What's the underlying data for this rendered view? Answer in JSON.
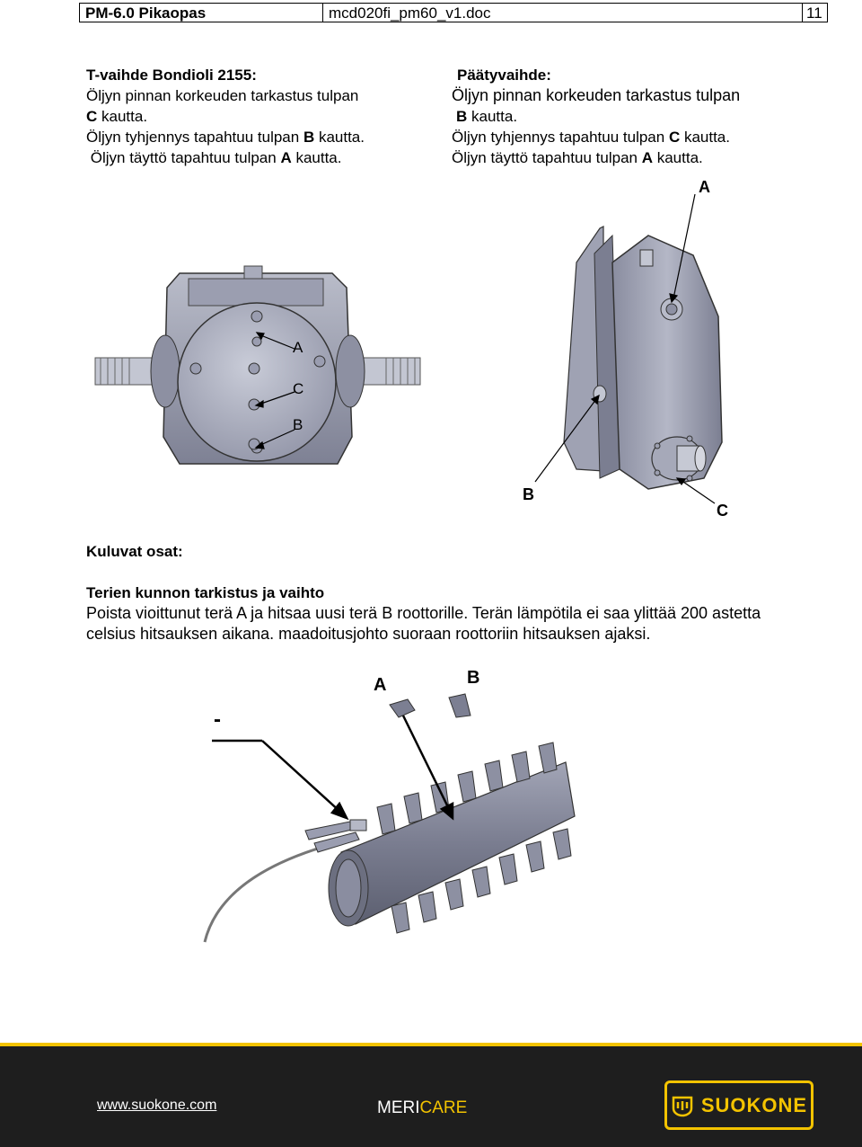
{
  "header": {
    "title": "PM-6.0 Pikaopas",
    "file": "mcd020fi_pm60_v1.doc",
    "page": "11"
  },
  "left_block": {
    "heading": "T-vaihde Bondioli 2155:",
    "l1": "Öljyn pinnan korkeuden tarkastus tulpan",
    "l2_bold": "C",
    "l2_rest": " kautta.",
    "l3_pre": "Öljyn tyhjennys tapahtuu tulpan ",
    "l3_bold": "B",
    "l3_post": " kautta.",
    "l4_pre": "Öljyn täyttö tapahtuu tulpan ",
    "l4_bold": "A",
    "l4_post": " kautta."
  },
  "right_block": {
    "heading": "Päätyvaihde:",
    "l1": "Öljyn pinnan korkeuden tarkastus tulpan",
    "l2_bold": "B",
    "l2_rest": " kautta.",
    "l3_pre": "Öljyn tyhjennys tapahtuu tulpan ",
    "l3_bold": "C",
    "l3_post": " kautta.",
    "l4_pre": "Öljyn täyttö tapahtuu tulpan ",
    "l4_bold": "A",
    "l4_post": " kautta."
  },
  "fig_tgear": {
    "label_a": "A",
    "label_c": "C",
    "label_b": "B"
  },
  "fig_endgear": {
    "label_a": "A",
    "label_b": "B",
    "label_c": "C"
  },
  "wear": {
    "heading": "Kuluvat osat:",
    "subheading": "Terien kunnon tarkistus ja vaihto",
    "line1": "Poista vioittunut terä A ja hitsaa uusi terä B roottorille. Terän lämpötila ei saa ylittää 200 astetta",
    "line2": "celsius hitsauksen aikana. maadoitusjohto suoraan roottoriin hitsauksen ajaksi."
  },
  "fig_rotor": {
    "label_a": "A",
    "label_b": "B",
    "label_minus": "-"
  },
  "footer": {
    "url": "www.suokone.com",
    "brand_a": "MERI",
    "brand_b": "CARE",
    "logo": "SUOKONE",
    "accent": "#f3c300"
  }
}
